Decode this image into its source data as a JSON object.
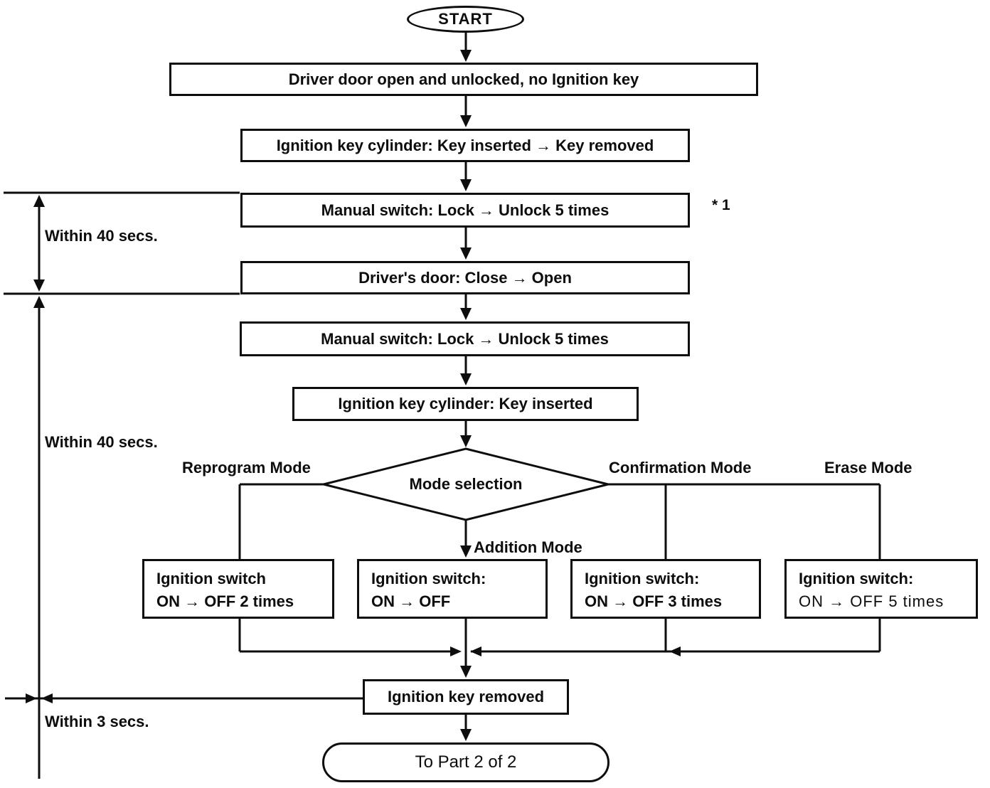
{
  "flow": {
    "start": "START",
    "steps": [
      "Driver door open and unlocked, no Ignition key",
      "Ignition key cylinder: Key inserted → Key removed",
      "Manual switch: Lock → Unlock 5 times",
      "Driver's door: Close → Open",
      "Manual switch: Lock → Unlock 5 times",
      "Ignition key cylinder: Key inserted"
    ],
    "decision": "Mode selection",
    "branches": {
      "reprogram": "Reprogram Mode",
      "addition": "Addition Mode",
      "confirmation": "Confirmation Mode",
      "erase": "Erase Mode"
    },
    "mode_boxes": [
      {
        "id": "reprogram",
        "line1": "Ignition switch",
        "line2": "ON → OFF 2 times"
      },
      {
        "id": "addition",
        "line1": "Ignition switch:",
        "line2": "ON → OFF"
      },
      {
        "id": "confirmation",
        "line1": "Ignition switch:",
        "line2": "ON → OFF 3 times"
      },
      {
        "id": "erase",
        "line1": "Ignition switch:",
        "line2": "ON → OFF 5 times"
      }
    ],
    "final_step": "Ignition key removed",
    "terminal": "To Part 2 of 2",
    "timing": {
      "within40_a": "Within 40 secs.",
      "within40_b": "Within 40 secs.",
      "within3": "Within 3 secs."
    },
    "footnote": "* 1",
    "colors": {
      "ink": "#0d0d0d",
      "paper": "#ffffff"
    }
  }
}
